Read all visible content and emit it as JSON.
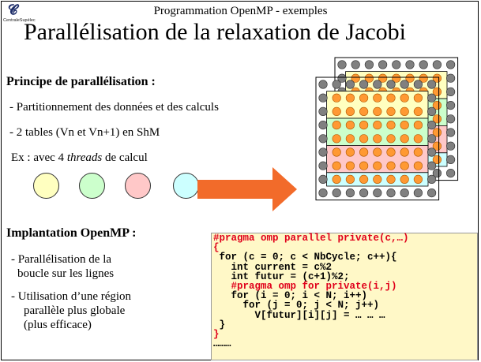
{
  "header": {
    "logo_text": "CentraleSupélec",
    "logo_icon": "cs-logo-icon",
    "subtitle": "Programmation OpenMP - exemples",
    "title": "Parallélisation de la relaxation de Jacobi"
  },
  "principle": {
    "heading": "Principe de parallélisation :",
    "bullet1": "- Partitionnement des données et des calculs",
    "bullet2": "- 2 tables (Vn et Vn+1) en ShM",
    "example_prefix": "Ex : avec 4 ",
    "example_italic": "threads",
    "example_suffix": " de calcul"
  },
  "thread_colors": [
    "#ffffc0",
    "#ccffcc",
    "#ffc8c8",
    "#ccffff"
  ],
  "implementation": {
    "heading": "Implantation OpenMP :",
    "bullet1_line1": "- Parallélisation de la",
    "bullet1_line2": "boucle sur  les lignes",
    "bullet2_line1": "- Utilisation d’une région",
    "bullet2_line2": "parallèle plus globale",
    "bullet2_line3": "(plus efficace)"
  },
  "code": {
    "line1": "#pragma omp parallel private(c,…)",
    "line2": "{",
    "line3": " for (c = 0; c < NbCycle; c++){",
    "line4": "   int current = c%2",
    "line5": "   int futur = (c+1)%2;",
    "line6": "   #pragma omp for private(i,j)",
    "line7": "   for (i = 0; i < N; i++)",
    "line8": "     for (j = 0; j < N; j++)",
    "line9": "       V[futur][i][j] = … … …",
    "line10": " }",
    "line11": "}",
    "line12": "………"
  },
  "colors": {
    "node_orange": "#ff9933",
    "node_grey": "#808080",
    "arrow": "#f26b2a",
    "code_red": "#e0001b",
    "code_bg": "#fff8c7"
  }
}
